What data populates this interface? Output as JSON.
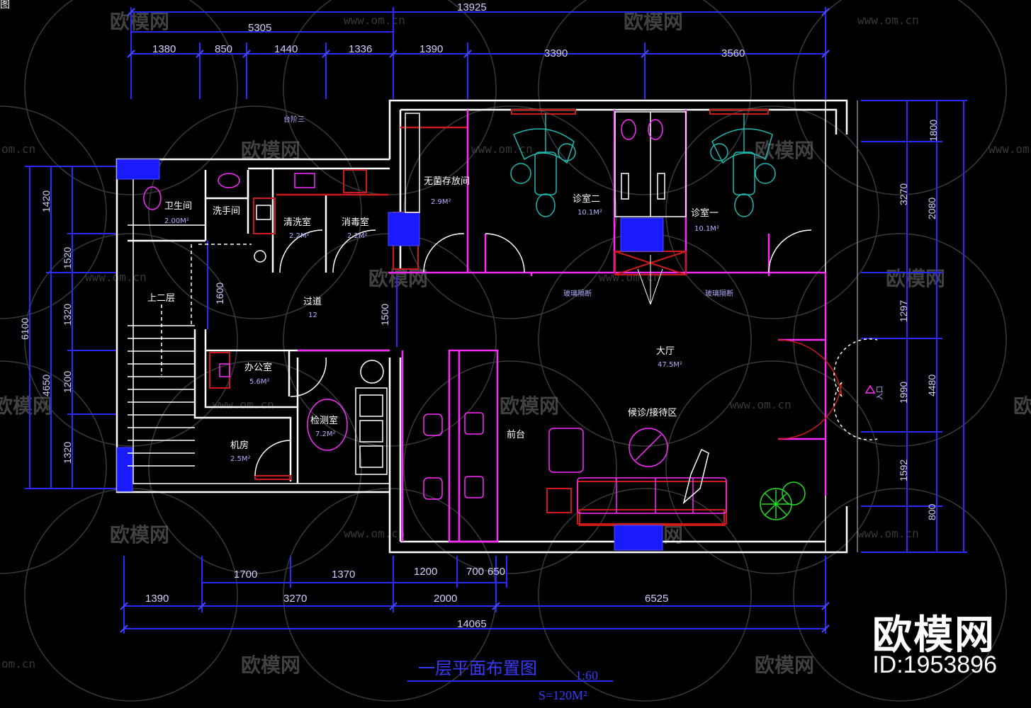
{
  "corner_label": "图",
  "dims_top": {
    "total": "13925",
    "left_group": "5305",
    "segments": [
      "1380",
      "850",
      "1440",
      "1336",
      "1390",
      "3390",
      "3560"
    ]
  },
  "dims_bottom": {
    "row1": [
      "1700",
      "1370",
      "1200",
      "700",
      "650"
    ],
    "row2": [
      "1390",
      "3270",
      "2000",
      "6525"
    ],
    "total": "14065"
  },
  "dims_left": {
    "total": "6100",
    "sub": "4650",
    "segments": [
      "1420",
      "1520",
      "1320",
      "1200",
      "1320"
    ]
  },
  "dims_right": {
    "inner": [
      "1800",
      "3270",
      "2080",
      "1297",
      "1990",
      "1592",
      "800"
    ],
    "mid": "4480"
  },
  "dims_inner": [
    "1600",
    "1500"
  ],
  "rooms": {
    "wc": {
      "name": "卫生间",
      "area": "2.00M²"
    },
    "wash": {
      "name": "洗手间",
      "area": ""
    },
    "cleaning": {
      "name": "清洗室",
      "area": "2.2M²"
    },
    "disinfect": {
      "name": "消毒室",
      "area": "2.2M²"
    },
    "sterile": {
      "name": "无菌存放间",
      "area": "2.9M²"
    },
    "clinic2": {
      "name": "诊室二",
      "area": "10.1M²"
    },
    "clinic1": {
      "name": "诊室一",
      "area": "10.1M²"
    },
    "corridor": {
      "name": "过道",
      "area": "12"
    },
    "upstairs": {
      "name": "上二层",
      "area": ""
    },
    "office": {
      "name": "办公室",
      "area": "5.6M²"
    },
    "ct": {
      "name": "检测室",
      "area": "7.2M²"
    },
    "machine": {
      "name": "机房",
      "area": "2.5M²"
    },
    "front": {
      "name": "前台",
      "area": ""
    },
    "hall": {
      "name": "大厅",
      "area": "47.5M²"
    },
    "waiting": {
      "name": "候诊/接待区",
      "area": ""
    },
    "note_steps": "台阶三",
    "glass1": "玻璃隔断",
    "glass2": "玻璃隔断",
    "entrance": "入口"
  },
  "plan_title": "一层平面布置图",
  "plan_scale": "1:60",
  "plan_area": "S=120M²",
  "watermark": {
    "text": "欧模网",
    "url": "www.om.cn",
    "url_short": "om.cn"
  },
  "brand": {
    "name": "欧模网",
    "id": "ID:1953896"
  },
  "colors": {
    "background": "#000000",
    "wall": "#ffffff",
    "dimension": "#3a3aff",
    "partition": "#ff2aff",
    "furniture": "#cc1a1a",
    "chair": "#20b8b0",
    "plant": "#22dd22"
  }
}
